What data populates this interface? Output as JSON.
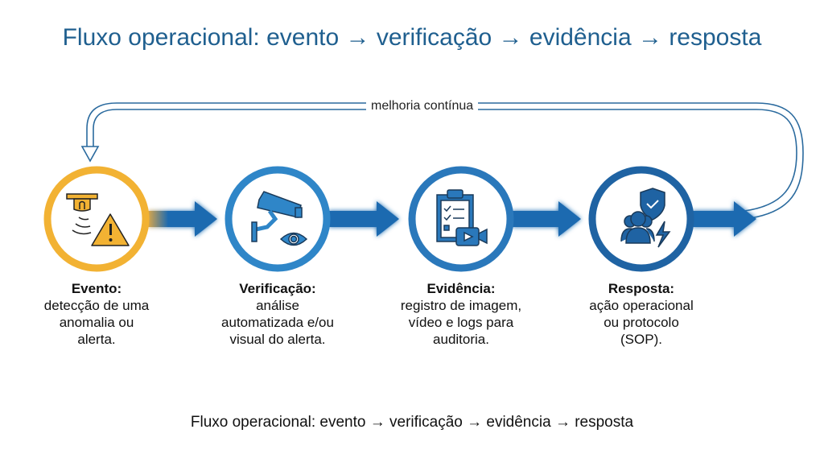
{
  "title": "Fluxo operacional: evento → verificação → evidência → resposta",
  "loop_label": "melhoria contínua",
  "steps": [
    {
      "name": "Evento:",
      "desc": [
        "detecção de uma",
        "anomalia ou",
        "alerta."
      ],
      "icon": "smoke-detector-warning-icon",
      "color": "#f2b233"
    },
    {
      "name": "Verificação:",
      "desc": [
        "análise",
        "automatizada e/ou",
        "visual do alerta."
      ],
      "icon": "camera-eye-icon",
      "color": "#2f86c8"
    },
    {
      "name": "Evidência:",
      "desc": [
        "registro de imagem,",
        "vídeo e logs para",
        "auditoria."
      ],
      "icon": "clipboard-video-icon",
      "color": "#2a78bb"
    },
    {
      "name": "Resposta:",
      "desc": [
        "ação operacional",
        "ou protocolo",
        "(SOP)."
      ],
      "icon": "team-shield-bolt-icon",
      "color": "#1f63a3"
    }
  ],
  "caption": "Fluxo operacional: evento → verificação → evidência → resposta",
  "colors": {
    "title": "#1f5f8f",
    "arrow": "#1f6bb0",
    "loop": "#2a6a9e"
  }
}
